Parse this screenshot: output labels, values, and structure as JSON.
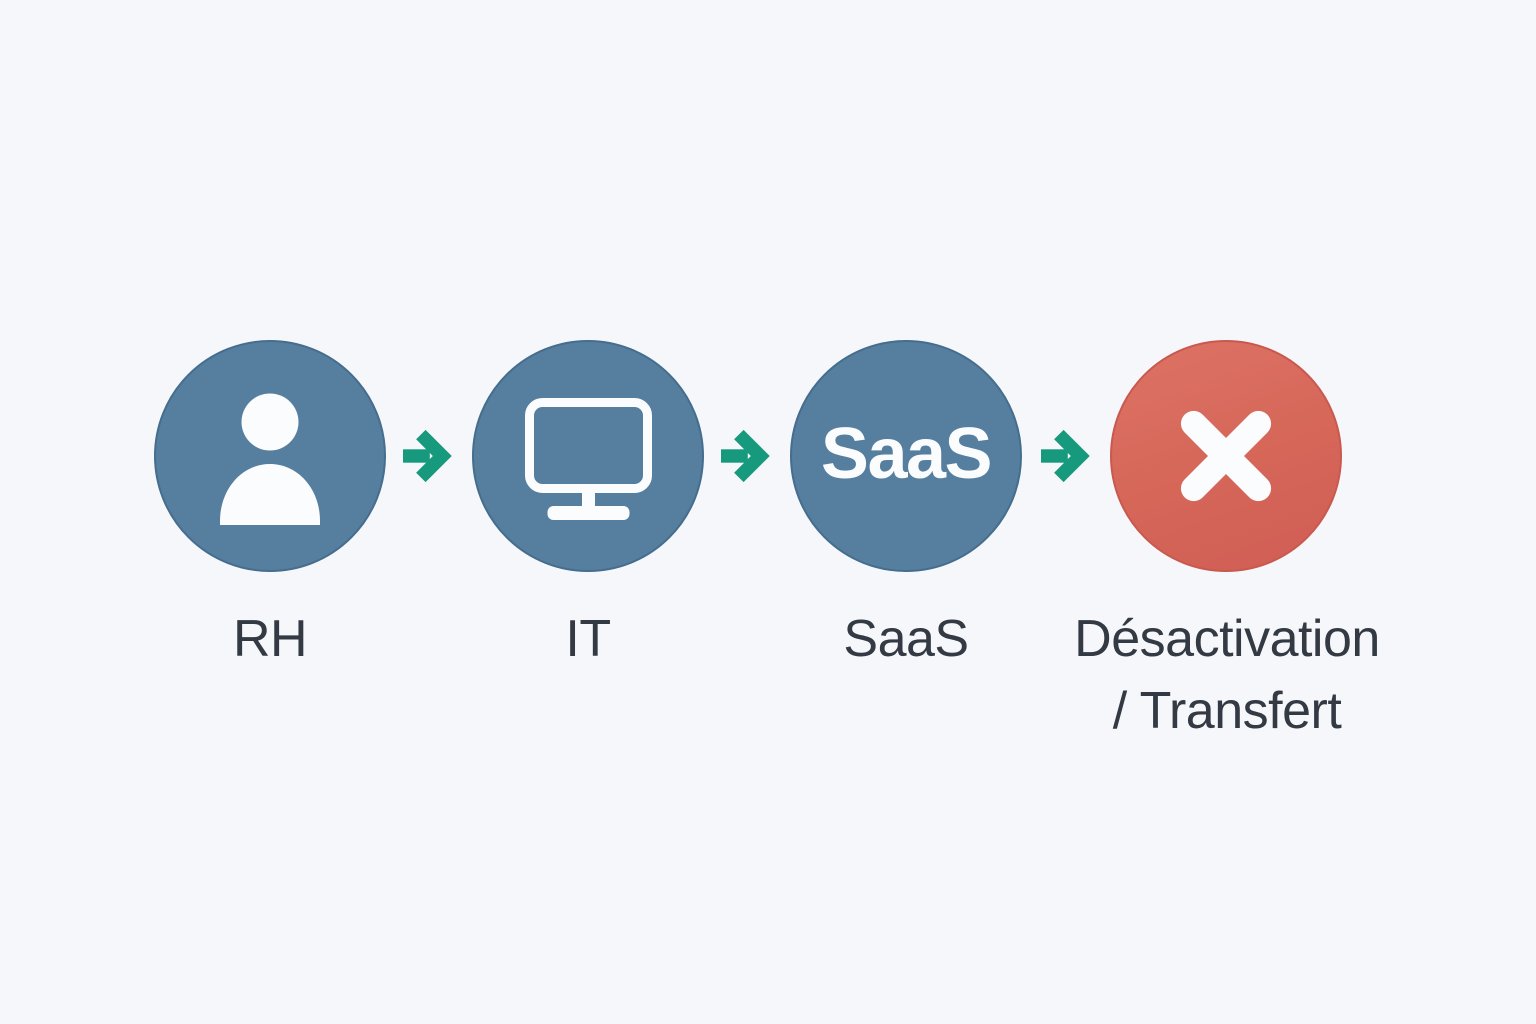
{
  "background_color": "#f6f7fb",
  "colors": {
    "circle_blue": "#567e9e",
    "circle_red_start": "#dd7365",
    "circle_red_end": "#d05d55",
    "arrow_green": "#17997d",
    "icon_white": "#fafcfe",
    "label_dark": "#333a43"
  },
  "diagram": {
    "type": "horizontal-flow",
    "steps": [
      {
        "id": "rh",
        "icon": "user-icon",
        "label_line1": "RH"
      },
      {
        "id": "it",
        "icon": "monitor-icon",
        "label_line1": "IT"
      },
      {
        "id": "saas",
        "circle_text": "SaaS",
        "label_line1": "SaaS"
      },
      {
        "id": "deactivation",
        "icon": "x-icon",
        "label_line1": "Désactivation",
        "label_line2": "/ Transfert"
      }
    ],
    "arrows": 3
  }
}
